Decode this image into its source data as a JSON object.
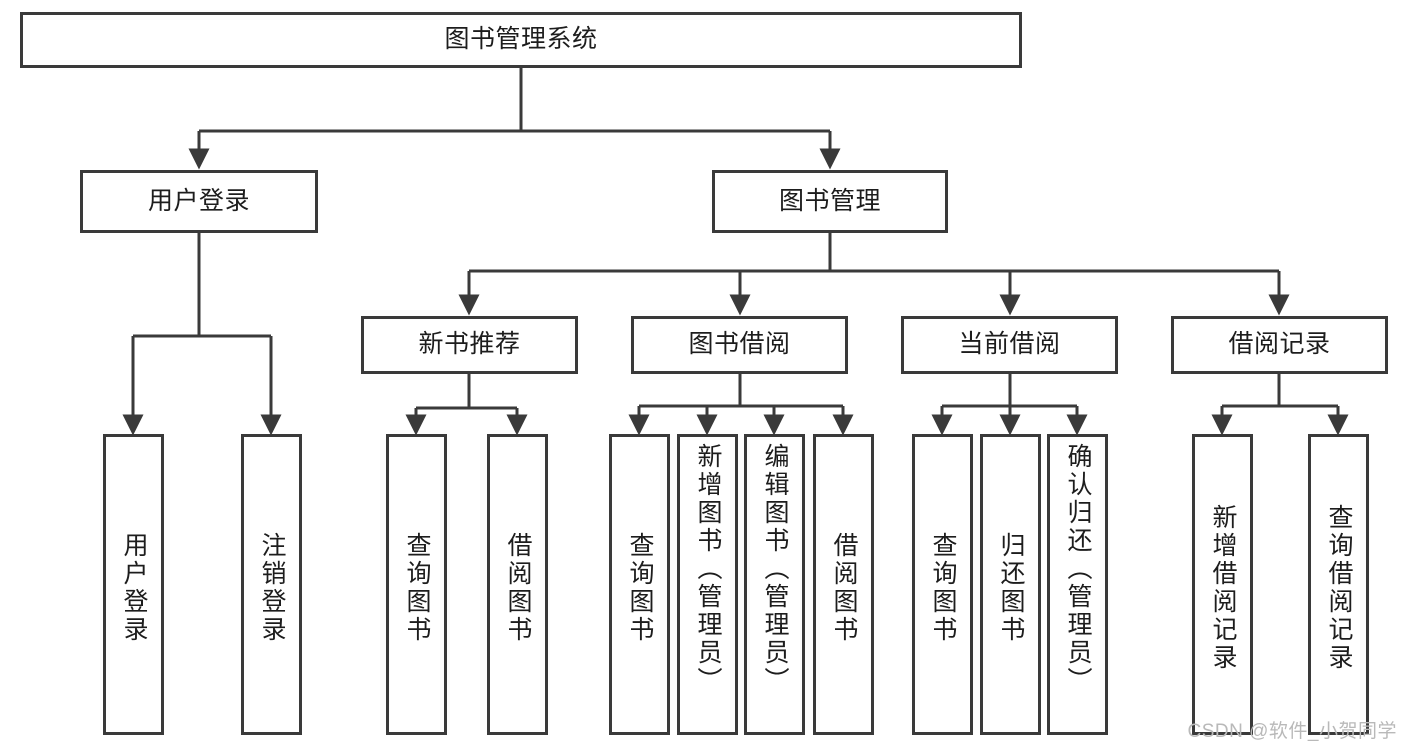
{
  "diagram": {
    "title": "图书管理系统",
    "type": "hierarchy-tree",
    "line_color": "#3a3a3a",
    "box_fill": "#ffffff",
    "text_color": "#1d1d1d",
    "levels": 4,
    "nodes": {
      "root": {
        "label": "图书管理系统",
        "level": 1
      },
      "l2_a": {
        "label": "用户登录",
        "level": 2
      },
      "l2_b": {
        "label": "图书管理",
        "level": 2
      },
      "l3_a": {
        "label": "新书推荐",
        "level": 3
      },
      "l3_b": {
        "label": "图书借阅",
        "level": 3
      },
      "l3_c": {
        "label": "当前借阅",
        "level": 3
      },
      "l3_d": {
        "label": "借阅记录",
        "level": 3
      },
      "leaf_1": {
        "label": "用户登录",
        "level": 3,
        "parent": "用户登录"
      },
      "leaf_2": {
        "label": "注销登录",
        "level": 3,
        "parent": "用户登录"
      },
      "leaf_3": {
        "label": "查询图书",
        "level": 4,
        "parent": "新书推荐"
      },
      "leaf_4": {
        "label": "借阅图书",
        "level": 4,
        "parent": "新书推荐"
      },
      "leaf_5": {
        "label": "查询图书",
        "level": 4,
        "parent": "图书借阅"
      },
      "leaf_6": {
        "label": "新增图书（管理员）",
        "level": 4,
        "parent": "图书借阅"
      },
      "leaf_7": {
        "label": "编辑图书（管理员）",
        "level": 4,
        "parent": "图书借阅"
      },
      "leaf_8": {
        "label": "借阅图书",
        "level": 4,
        "parent": "图书借阅"
      },
      "leaf_9": {
        "label": "查询图书",
        "level": 4,
        "parent": "当前借阅"
      },
      "leaf_10": {
        "label": "归还图书",
        "level": 4,
        "parent": "当前借阅"
      },
      "leaf_11": {
        "label": "确认归还（管理员）",
        "level": 4,
        "parent": "当前借阅"
      },
      "leaf_12": {
        "label": "新增借阅记录",
        "level": 4,
        "parent": "借阅记录"
      },
      "leaf_13": {
        "label": "查询借阅记录",
        "level": 4,
        "parent": "借阅记录"
      }
    }
  },
  "watermark": {
    "text": "CSDN @软件_小贺同学"
  }
}
